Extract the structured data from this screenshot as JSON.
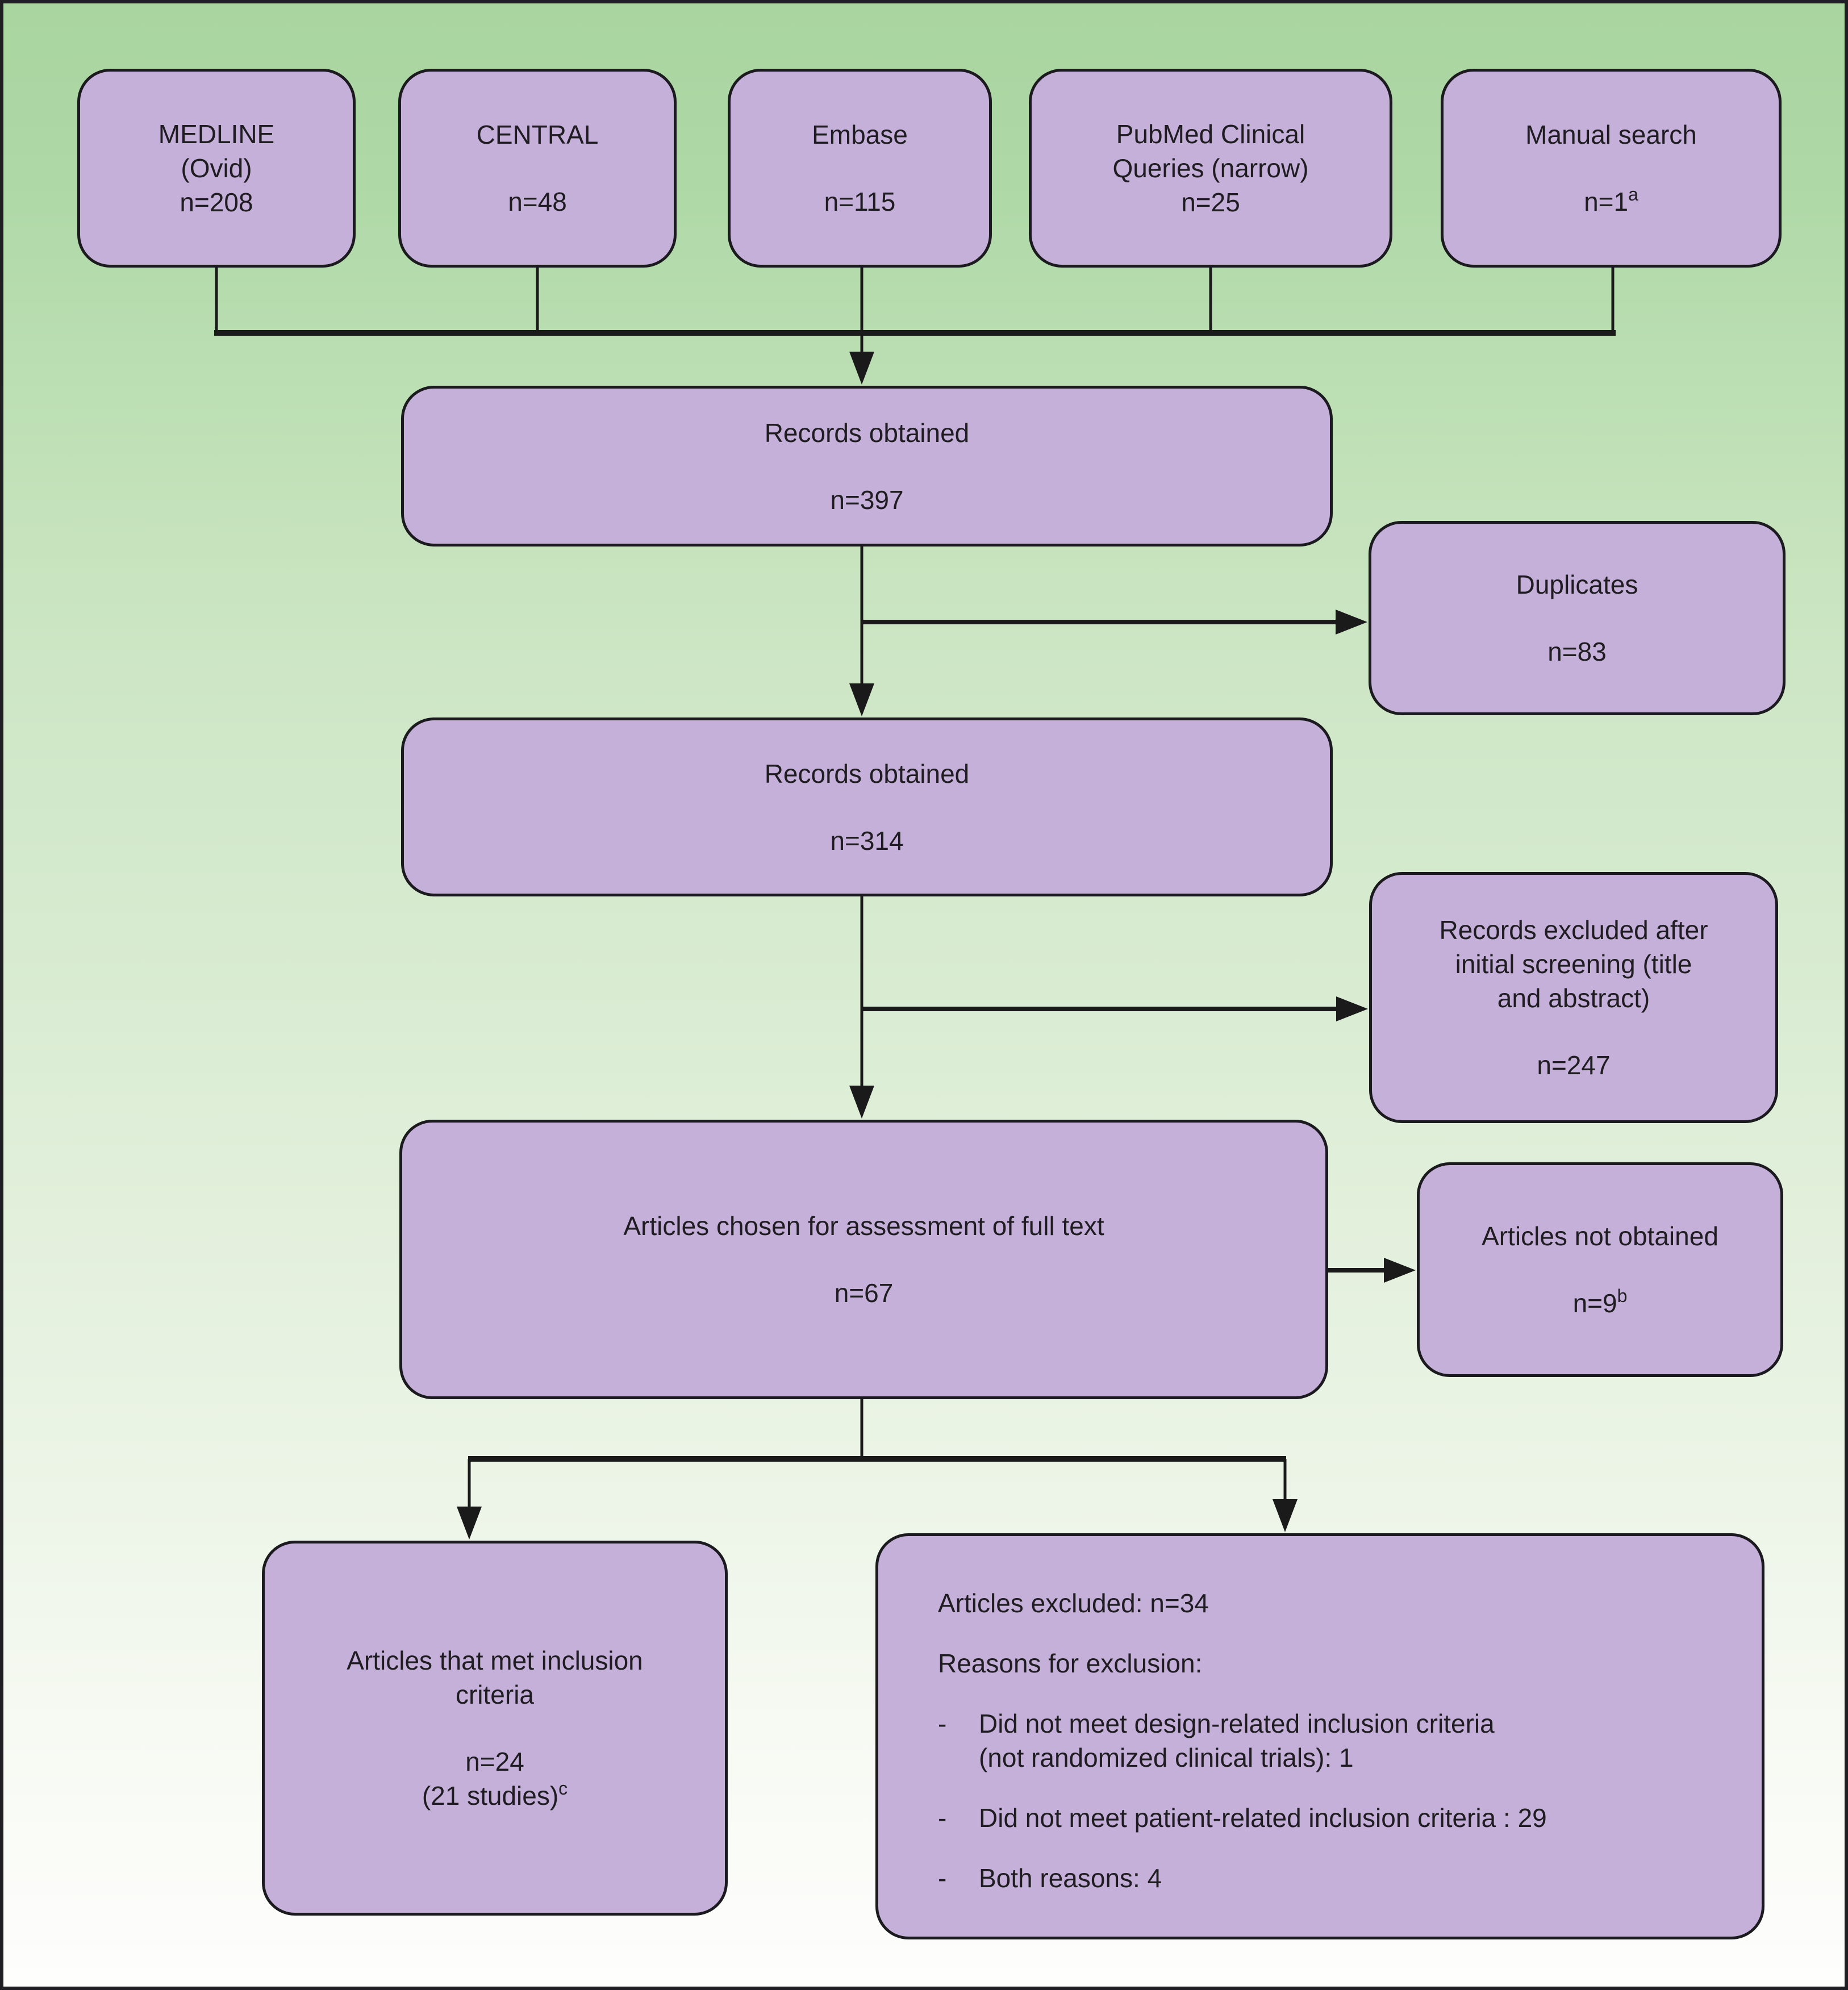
{
  "palette": {
    "box_fill": "#c4b0d8",
    "box_border": "#1b1b1f",
    "background_top": "#a9d5a0",
    "background_bottom": "#fefefd",
    "connector_color": "#1a1a1a",
    "text_color": "#1f1c22"
  },
  "boxes": {
    "medline": {
      "label": "MEDLINE\n(Ovid)",
      "n": "n=208",
      "sup": ""
    },
    "central": {
      "label": "CENTRAL",
      "n": "n=48",
      "sup": ""
    },
    "embase": {
      "label": "Embase",
      "n": "n=115",
      "sup": ""
    },
    "pubmed": {
      "label": "PubMed Clinical\nQueries (narrow)",
      "n": "n=25",
      "sup": ""
    },
    "manual": {
      "label": "Manual search",
      "n": "n=1",
      "sup": "a"
    },
    "records_obtained_1": {
      "label": "Records obtained",
      "n": "n=397",
      "sup": ""
    },
    "duplicates": {
      "label": "Duplicates",
      "n": "n=83",
      "sup": ""
    },
    "records_obtained_2": {
      "label": "Records obtained",
      "n": "n=314",
      "sup": ""
    },
    "records_excluded": {
      "label": "Records excluded after\ninitial screening (title\nand abstract)",
      "n": "n=247",
      "sup": ""
    },
    "full_text": {
      "label": "Articles chosen for assessment of full text",
      "n": "n=67",
      "sup": ""
    },
    "not_obtained": {
      "label": "Articles not obtained",
      "n": "n=9",
      "sup": "b"
    },
    "inclusion_met": {
      "label": "Articles that met inclusion\ncriteria",
      "n": "n=24\n(21 studies)",
      "sup": "c"
    },
    "excluded": {
      "title": "Articles excluded: n=34",
      "subtitle": "Reasons for exclusion:",
      "items": [
        {
          "marker": "-",
          "text": "Did not meet design-related inclusion criteria\n(not randomized clinical trials): 1"
        },
        {
          "marker": "-",
          "text": "Did not meet patient-related inclusion criteria : 29"
        },
        {
          "marker": "-",
          "text": "Both reasons: 4"
        }
      ]
    }
  }
}
